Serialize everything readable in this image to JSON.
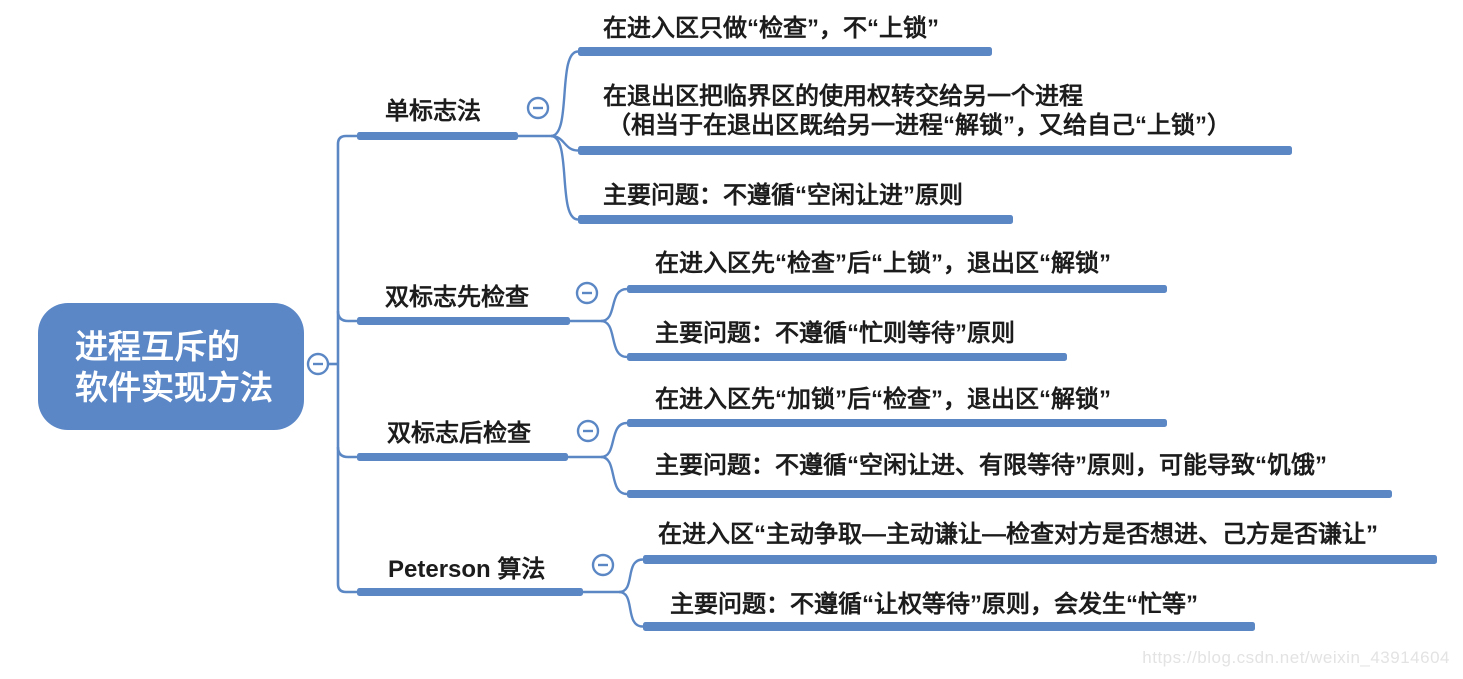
{
  "root": {
    "lines": [
      "进程互斥的",
      "软件实现方法"
    ]
  },
  "branches": [
    {
      "label": "单标志法",
      "children": [
        {
          "lines": [
            "在进入区只做“检查”，不“上锁”"
          ]
        },
        {
          "lines": [
            "在退出区把临界区的使用权转交给另一个进程",
            "（相当于在退出区既给另一进程“解锁”，又给自己“上锁”）"
          ]
        },
        {
          "lines": [
            "主要问题：不遵循“空闲让进”原则"
          ]
        }
      ]
    },
    {
      "label": "双标志先检查",
      "children": [
        {
          "lines": [
            "在进入区先“检查”后“上锁”，退出区“解锁”"
          ]
        },
        {
          "lines": [
            "主要问题：不遵循“忙则等待”原则"
          ]
        }
      ]
    },
    {
      "label": "双标志后检查",
      "children": [
        {
          "lines": [
            "在进入区先“加锁”后“检查”，退出区“解锁”"
          ]
        },
        {
          "lines": [
            "主要问题：不遵循“空闲让进、有限等待”原则，可能导致“饥饿”"
          ]
        }
      ]
    },
    {
      "label": "Peterson 算法",
      "children": [
        {
          "lines": [
            "在进入区“主动争取—主动谦让—检查对方是否想进、己方是否谦让”"
          ]
        },
        {
          "lines": [
            "主要问题：不遵循“让权等待”原则，会发生“忙等”"
          ]
        }
      ]
    }
  ],
  "icons": {
    "collapse_button": "minus-icon"
  },
  "colors": {
    "accent_blue": "#5b87c5",
    "root_node_fill": "#5b87c7",
    "text": "#1c1c1c",
    "watermark": "#e3e3e3"
  },
  "watermark": {
    "text": "https://blog.csdn.net/weixin_43914604"
  }
}
